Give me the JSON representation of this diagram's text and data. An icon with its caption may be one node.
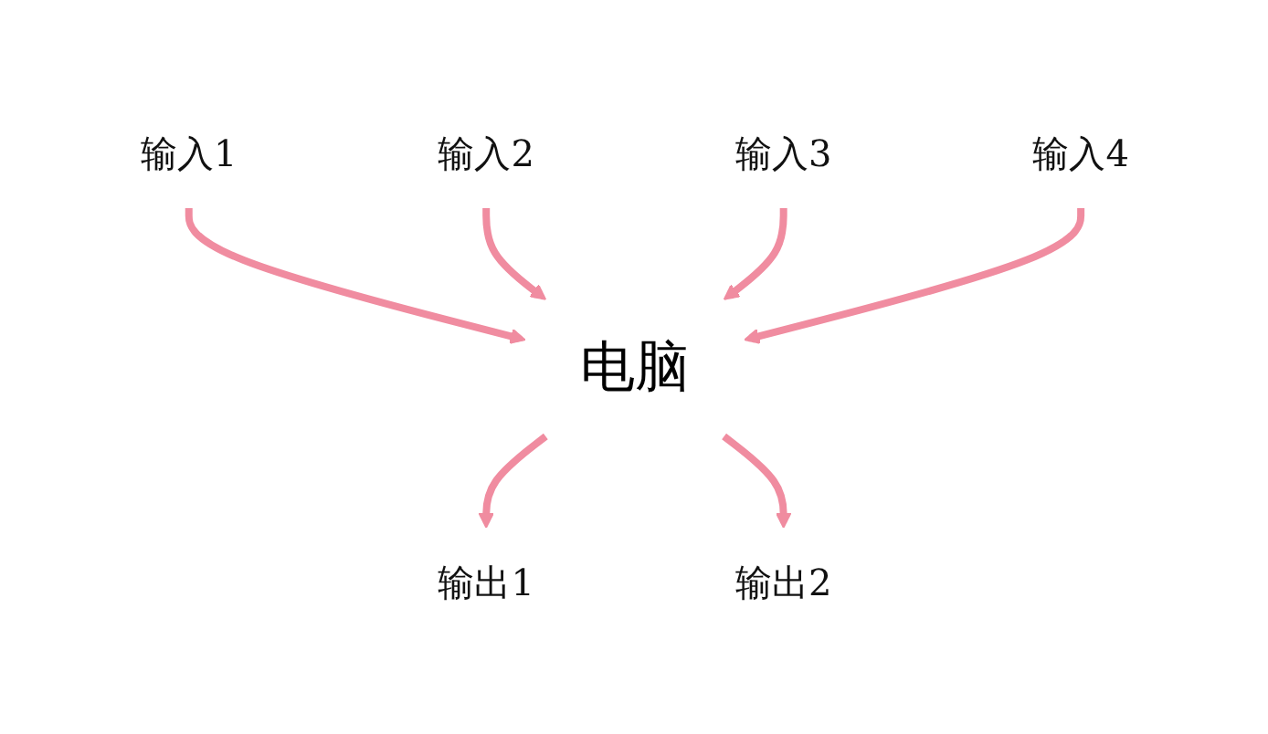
{
  "diagram": {
    "nodes": [
      {
        "text": [
          "输入1"
        ]
      },
      {
        "text": [
          "输入2"
        ]
      },
      {
        "text": [
          "输入3"
        ]
      },
      {
        "text": [
          "输入4"
        ]
      },
      {
        "text": [
          "电脑"
        ]
      },
      {
        "text": [
          "输出1"
        ]
      },
      {
        "text": [
          "输出2"
        ]
      }
    ],
    "edges": [
      {
        "from": 0,
        "to": 4,
        "arrow": "to"
      },
      {
        "from": 1,
        "to": 4,
        "arrow": "to"
      },
      {
        "from": 2,
        "to": 4,
        "arrow": "to"
      },
      {
        "from": 3,
        "to": 4,
        "arrow": "to"
      },
      {
        "from": 4,
        "to": 5,
        "arrow": "to"
      },
      {
        "from": 4,
        "to": 6,
        "arrow": "to"
      }
    ]
  }
}
